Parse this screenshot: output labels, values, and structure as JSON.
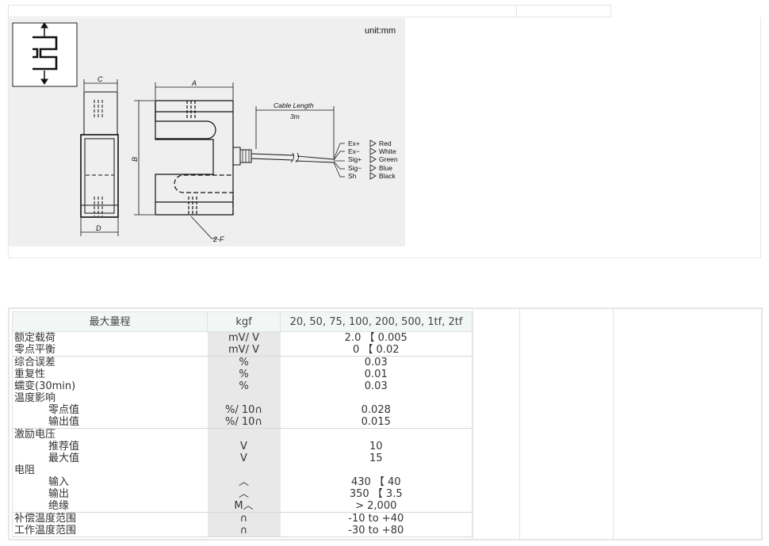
{
  "drawing": {
    "unit_label": "unit:mm",
    "dim_C": "C",
    "dim_D": "D",
    "dim_A": "A",
    "dim_B": "B",
    "dim_F": "2-F",
    "cable_length_label": "Cable Length",
    "cable_length_value": "3m",
    "wires": [
      {
        "signal": "Ex+",
        "color": "Red"
      },
      {
        "signal": "Ex−",
        "color": "White"
      },
      {
        "signal": "Sig+",
        "color": "Green"
      },
      {
        "signal": "Sig−",
        "color": "Blue"
      },
      {
        "signal": "Sh",
        "color": "Black"
      }
    ]
  },
  "spec": {
    "header": {
      "label": "最大量程",
      "unit": "kgf",
      "value": "20, 50, 75, 100, 200, 500, 1tf, 2tf"
    },
    "rows": [
      {
        "label": "额定载荷",
        "unit": "mV/ V",
        "value": "2.0 【 0.005",
        "sub": false,
        "group_top": true
      },
      {
        "label": "零点平衡",
        "unit": "mV/ V",
        "value": "0 【 0.02",
        "sub": false,
        "group_top": false
      },
      {
        "label": "综合误差",
        "unit": "%",
        "value": "0.03",
        "sub": false,
        "group_top": true
      },
      {
        "label": "重复性",
        "unit": "%",
        "value": "0.01",
        "sub": false,
        "group_top": false
      },
      {
        "label": "蠕变(30min)",
        "unit": "%",
        "value": "0.03",
        "sub": false,
        "group_top": false
      },
      {
        "label": "温度影响",
        "unit": "",
        "value": "",
        "sub": false,
        "group_top": false
      },
      {
        "label": "零点值",
        "unit": "%/ 10∩",
        "value": "0.028",
        "sub": true,
        "group_top": false
      },
      {
        "label": "输出值",
        "unit": "%/ 10∩",
        "value": "0.015",
        "sub": true,
        "group_top": false
      },
      {
        "label": "激励电压",
        "unit": "",
        "value": "",
        "sub": false,
        "group_top": true
      },
      {
        "label": "推荐值",
        "unit": "V",
        "value": "10",
        "sub": true,
        "group_top": false
      },
      {
        "label": "最大值",
        "unit": "V",
        "value": "15",
        "sub": true,
        "group_top": false
      },
      {
        "label": "电阻",
        "unit": "",
        "value": "",
        "sub": false,
        "group_top": false
      },
      {
        "label": "输入",
        "unit": "︿",
        "value": "430 【 40",
        "sub": true,
        "group_top": false
      },
      {
        "label": "输出",
        "unit": "︿",
        "value": "350 【 3.5",
        "sub": true,
        "group_top": false
      },
      {
        "label": "绝缘",
        "unit": "M︿",
        "value": "> 2,000",
        "sub": true,
        "group_top": false
      },
      {
        "label": "补偿温度范围",
        "unit": "∩",
        "value": "-10 to +40",
        "sub": false,
        "group_top": true
      },
      {
        "label": "工作温度范围",
        "unit": "∩",
        "value": "-30 to +80",
        "sub": false,
        "group_top": false
      }
    ]
  }
}
